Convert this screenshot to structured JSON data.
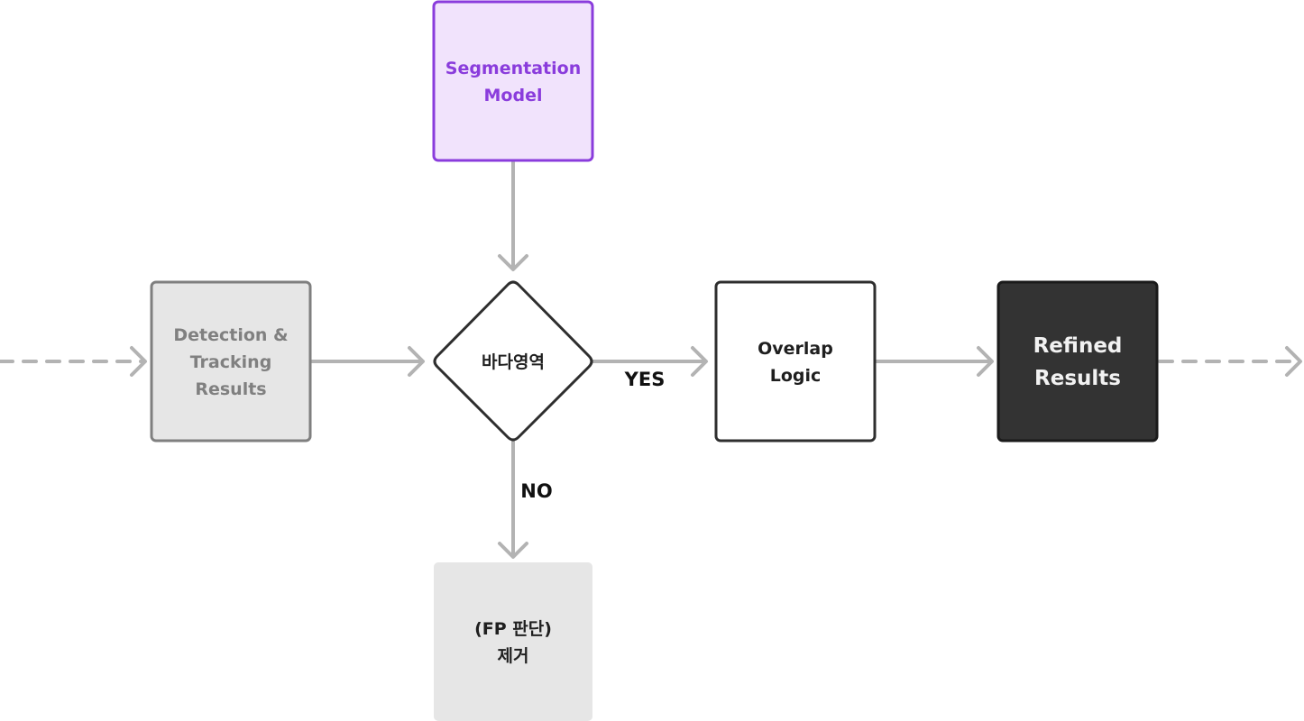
{
  "colors": {
    "background": "#ffffff",
    "connector": "#b3b3b3",
    "segmentation_fill": "#f1e3fc",
    "segmentation_stroke": "#8a3cdc",
    "segmentation_text": "#8a3cdc",
    "detection_fill": "#e6e6e6",
    "detection_stroke": "#7f7f7f",
    "detection_text": "#808080",
    "decision_fill": "#ffffff",
    "decision_stroke": "#2e2e2e",
    "overlap_fill": "#ffffff",
    "overlap_stroke": "#2e2e2e",
    "refined_fill": "#333333",
    "refined_stroke": "#1a1a1a",
    "refined_text": "#f2f2f2",
    "fp_fill": "#e6e6e6",
    "label_text": "#111111",
    "dark_text": "#1f1f1f"
  },
  "nodes": {
    "segmentation": {
      "lines": [
        "Segmentation",
        "Model"
      ]
    },
    "detection": {
      "lines": [
        "Detection &",
        "Tracking",
        "Results"
      ]
    },
    "decision": {
      "lines": [
        "바다영역"
      ]
    },
    "overlap": {
      "lines": [
        "Overlap",
        "Logic"
      ]
    },
    "refined": {
      "lines": [
        "Refined",
        "Results"
      ]
    },
    "fp_removal": {
      "lines": [
        "(FP 판단)",
        "제거"
      ]
    }
  },
  "labels": {
    "yes": "YES",
    "no": "NO"
  }
}
